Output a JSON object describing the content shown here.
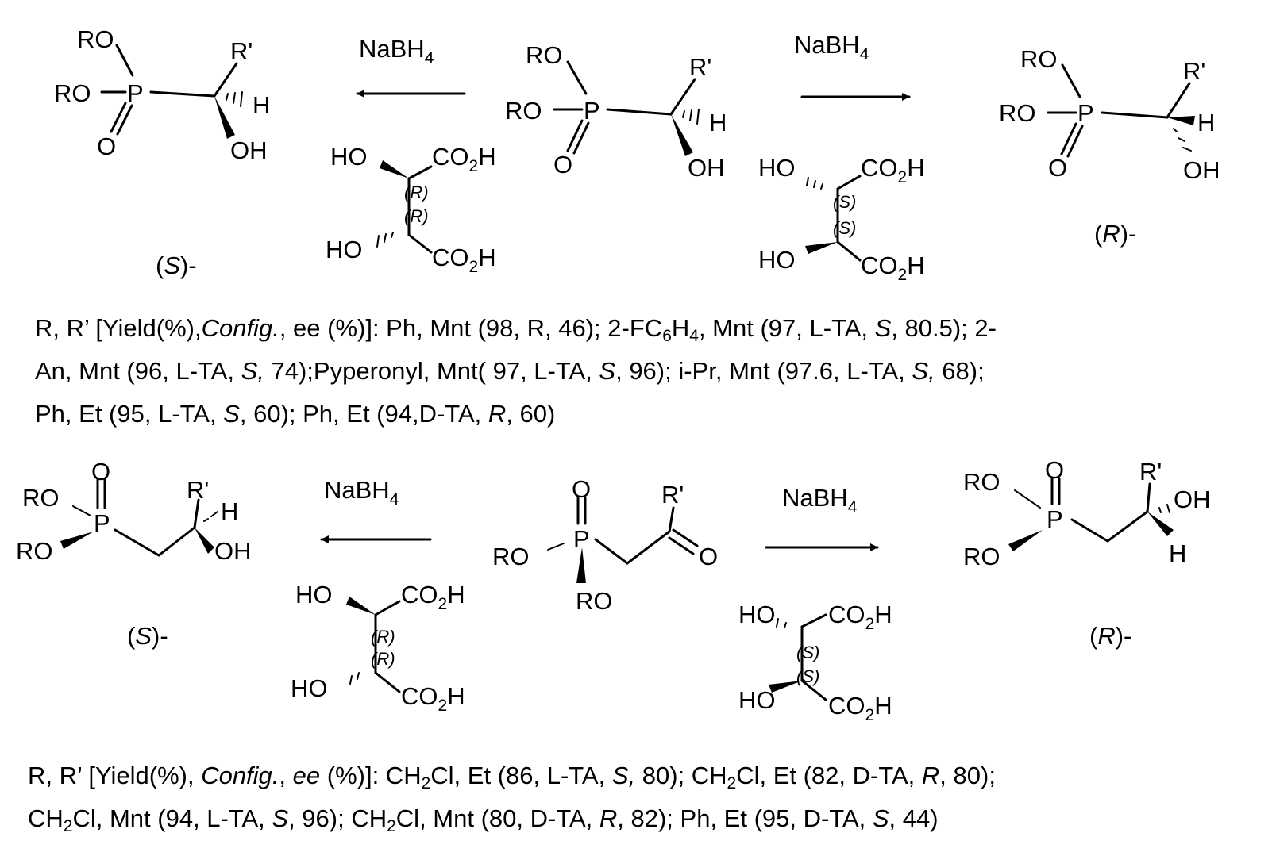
{
  "reagent": "NaBH",
  "reagent_sub": "4",
  "groups": {
    "ro": "RO",
    "rprime": "R'",
    "h": "H",
    "oh": "OH",
    "p": "P",
    "o": "O",
    "ho": "HO",
    "co2h_a": "CO",
    "co2h_sub": "2",
    "co2h_b": "H"
  },
  "stereo": {
    "r": "(R)",
    "s": "(S)"
  },
  "labels": {
    "s_product_open": "(",
    "s_product_letter": "S",
    "s_product_close": ")-",
    "r_product_open": "(",
    "r_product_letter": "R",
    "r_product_close": ")-"
  },
  "caption1": {
    "line1": [
      {
        "t": "R, R’ [Yield(%),",
        "i": false
      },
      {
        "t": "Config.",
        "i": true
      },
      {
        "t": ", ee (%)]: Ph, Mnt (98, R, 46);  2-FC",
        "i": false
      },
      {
        "t": "6",
        "sub": true
      },
      {
        "t": "H",
        "i": false
      },
      {
        "t": "4",
        "sub": true
      },
      {
        "t": ", Mnt (97, L-TA, ",
        "i": false
      },
      {
        "t": "S",
        "i": true
      },
      {
        "t": ", 80.5); 2-",
        "i": false
      }
    ],
    "line2": [
      {
        "t": "An, Mnt (96, L-TA, ",
        "i": false
      },
      {
        "t": "S,",
        "i": true
      },
      {
        "t": " 74);Pyperonyl, Mnt( 97, L-TA, ",
        "i": false
      },
      {
        "t": "S",
        "i": true
      },
      {
        "t": ", 96); i-Pr, Mnt (97.6, L-TA, ",
        "i": false
      },
      {
        "t": "S,",
        "i": true
      },
      {
        "t": " 68);",
        "i": false
      }
    ],
    "line3": [
      {
        "t": "Ph, Et (95, L-TA, ",
        "i": false
      },
      {
        "t": "S",
        "i": true
      },
      {
        "t": ", 60); Ph, Et (94,D-TA, ",
        "i": false
      },
      {
        "t": "R",
        "i": true
      },
      {
        "t": ", 60)",
        "i": false
      }
    ]
  },
  "caption2": {
    "line1": [
      {
        "t": "R, R’ [Yield(%), ",
        "i": false
      },
      {
        "t": "Config.",
        "i": true
      },
      {
        "t": ", ",
        "i": false
      },
      {
        "t": "ee",
        "i": true
      },
      {
        "t": " (%)]: CH",
        "i": false
      },
      {
        "t": "2",
        "sub": true
      },
      {
        "t": "Cl, Et (86, L-TA, ",
        "i": false
      },
      {
        "t": "S,",
        "i": true
      },
      {
        "t": " 80); CH",
        "i": false
      },
      {
        "t": "2",
        "sub": true
      },
      {
        "t": "Cl, Et (82, D-TA, ",
        "i": false
      },
      {
        "t": "R",
        "i": true
      },
      {
        "t": ", 80);",
        "i": false
      }
    ],
    "line2": [
      {
        "t": "CH",
        "i": false
      },
      {
        "t": "2",
        "sub": true
      },
      {
        "t": "Cl, Mnt (94, L-TA, ",
        "i": false
      },
      {
        "t": "S",
        "i": true
      },
      {
        "t": ", 96); CH",
        "i": false
      },
      {
        "t": "2",
        "sub": true
      },
      {
        "t": "Cl, Mnt (80, D-TA, ",
        "i": false
      },
      {
        "t": "R",
        "i": true
      },
      {
        "t": ", 82); Ph, Et (95, D-TA, ",
        "i": false
      },
      {
        "t": "S",
        "i": true
      },
      {
        "t": ", 44)",
        "i": false
      }
    ]
  }
}
